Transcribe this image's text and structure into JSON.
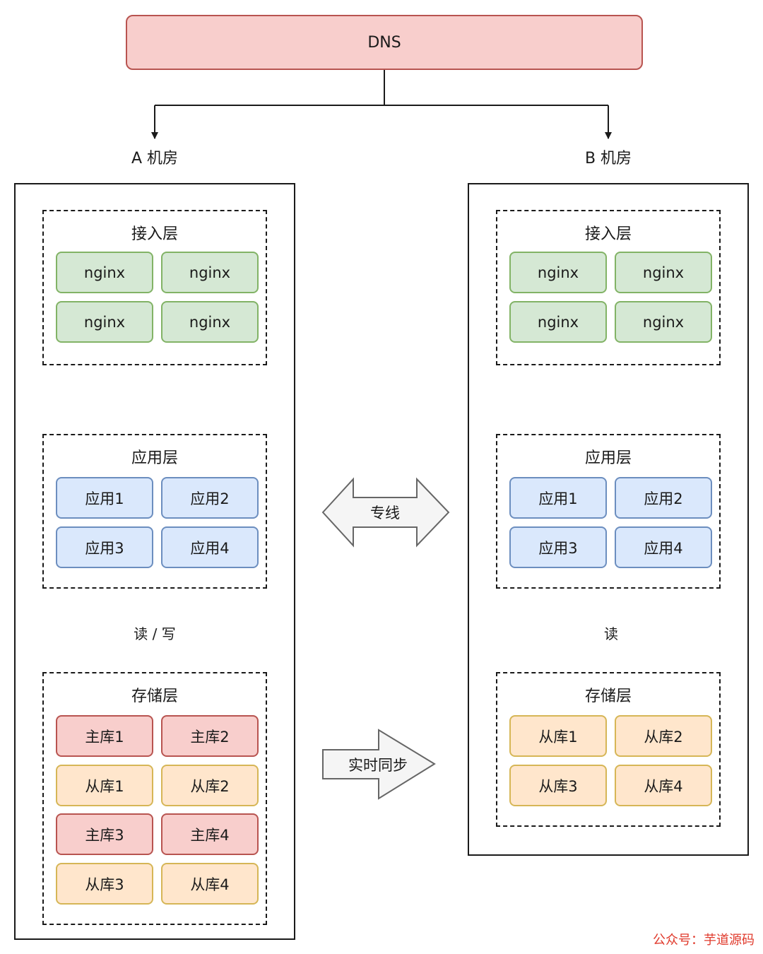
{
  "dns": {
    "label": "DNS"
  },
  "room_a": {
    "label": "A 机房",
    "access_layer": {
      "title": "接入层",
      "nodes": [
        "nginx",
        "nginx",
        "nginx",
        "nginx"
      ]
    },
    "app_layer": {
      "title": "应用层",
      "nodes": [
        "应用1",
        "应用2",
        "应用3",
        "应用4"
      ]
    },
    "edge_app_to_storage": "读 / 写",
    "storage_layer": {
      "title": "存储层",
      "nodes": [
        "主库1",
        "主库2",
        "从库1",
        "从库2",
        "主库3",
        "主库4",
        "从库3",
        "从库4"
      ]
    }
  },
  "room_b": {
    "label": "B 机房",
    "access_layer": {
      "title": "接入层",
      "nodes": [
        "nginx",
        "nginx",
        "nginx",
        "nginx"
      ]
    },
    "app_layer": {
      "title": "应用层",
      "nodes": [
        "应用1",
        "应用2",
        "应用3",
        "应用4"
      ]
    },
    "edge_app_to_storage": "读",
    "storage_layer": {
      "title": "存储层",
      "nodes": [
        "从库1",
        "从库2",
        "从库3",
        "从库4"
      ]
    }
  },
  "dedicated_line": {
    "label": "专线"
  },
  "realtime_sync": {
    "label": "实时同步"
  },
  "watermark": "公众号：芋道源码",
  "colors": {
    "nginx_fill": "#d5e8d4",
    "app_fill": "#dae8fc",
    "master_db_fill": "#f8cecc",
    "slave_db_fill": "#ffe6cc",
    "dns_fill": "#f8cecc",
    "arrow_fill": "#f5f5f5"
  }
}
